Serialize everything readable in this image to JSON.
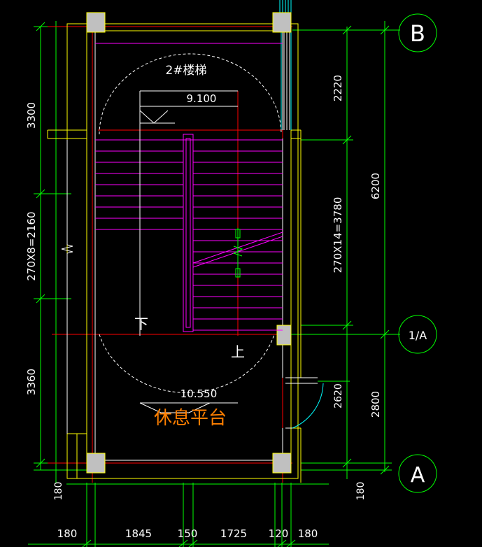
{
  "drawing": {
    "stair_title": "2#楼梯",
    "elevation_top": "9.100",
    "elevation_landing": "10.550",
    "landing_label": "休息平台",
    "down_label": "下",
    "up_label": "上"
  },
  "axes": {
    "b": "B",
    "one_a": "1/A",
    "a": "A"
  },
  "dims_left": {
    "top": "3300",
    "mid": "270X8=2160",
    "bottom": "3360",
    "edge": "180"
  },
  "dims_right": {
    "upper": "2220",
    "flight": "270X14=3780",
    "door": "2620",
    "total": "6200",
    "lower": "2800",
    "edge": "180"
  },
  "dims_bottom": [
    "180",
    "1845",
    "150",
    "1725",
    "120",
    "180"
  ],
  "colors": {
    "background": "#000000",
    "dimension": "#00ff00",
    "wall": "#ffff00",
    "stair": "#ff00ff",
    "axis": "#ff0000",
    "landing_text": "#ff7f00",
    "column": "#c0c0c0",
    "door": "#00ffff"
  }
}
